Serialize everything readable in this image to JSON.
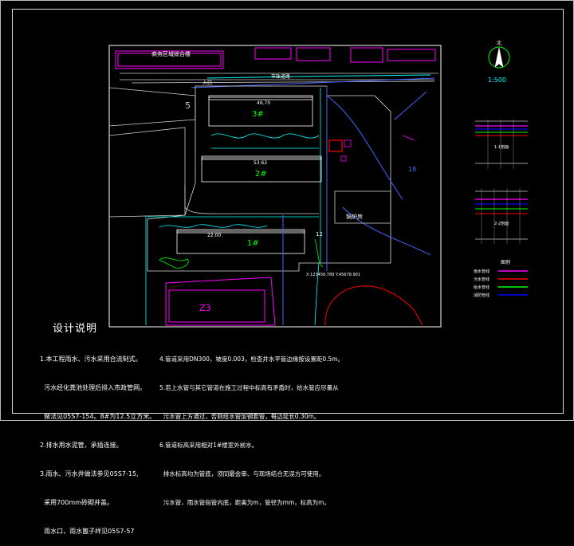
{
  "drawing": {
    "scale": "1:500",
    "north_label": "北",
    "street_label": "市政道路",
    "top_building_label": "商务区域综合楼",
    "entrance_label": "入口",
    "block_5": "5",
    "block_z3": "Z3",
    "block_18": "18",
    "block_12": "12",
    "pump_room": "锅炉房",
    "buildings": [
      {
        "id": "bldg-3",
        "label": "3#",
        "dim": "46.70"
      },
      {
        "id": "bldg-2",
        "label": "2#",
        "dim": "53.62"
      },
      {
        "id": "bldg-1",
        "label": "1#",
        "dim": "22.00"
      }
    ],
    "coordinate_text": "X:123456.789 Y:45678.901"
  },
  "legend": {
    "title": "图例",
    "section1_label": "1-1剖面",
    "section2_label": "2-2剖面",
    "items": [
      {
        "label": "雨水管线",
        "color": "#ff00ff"
      },
      {
        "label": "污水管线",
        "color": "#ff0000"
      },
      {
        "label": "给水管线",
        "color": "#00ff00"
      },
      {
        "label": "消防管线",
        "color": "#0000ff"
      }
    ]
  },
  "notes": {
    "title": "设计说明",
    "left": [
      "1.本工程雨水、污水采用合流制式。",
      "  污水经化粪池处理后排入市政管网。",
      "  做法见05S7-154。8#为12.5立方米。",
      "2.排水用水泥管，承插连接。",
      "3.雨水、污水井做法参见05S7-15,",
      "  采用700mm砖砌井盖。",
      "  雨水口，雨水篦子样见05S7-57"
    ],
    "right": [
      "4.管道采用DN300，坡度0.003，检查井水平管边缘按设置距0.5m。",
      "5.若上水管与其它管道在施工过程中标高有矛盾时，给水管应尽量从",
      "  污水管上方通过，否则给水管加钢套管，每边延长0.30m。",
      "6.管道标高采用相对1#楼室外前水。",
      "  排水标高均为管底，须同最会审、与现场结合无误方可使用。",
      "  污水管，雨水管指管内底，距离为m，管径为mm，标高为m。"
    ]
  }
}
